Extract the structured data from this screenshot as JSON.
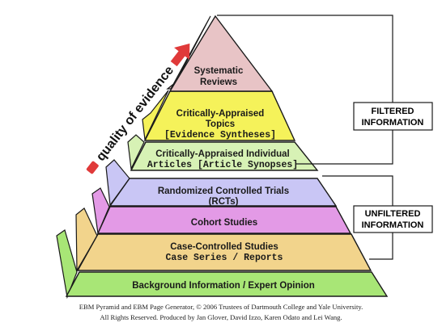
{
  "levels": {
    "systematic": {
      "line1": "Systematic",
      "line2": "Reviews",
      "color": "#e8c4c6"
    },
    "topics": {
      "line1": "Critically-Appraised",
      "line2": "Topics",
      "line3": "[Evidence Syntheses]",
      "color": "#f5f25a"
    },
    "articles": {
      "line1": "Critically-Appraised Individual",
      "line2": "Articles [Article Synopses]",
      "color": "#d7f2b5"
    },
    "rcts": {
      "line1": "Randomized Controlled Trials",
      "line2": "(RCTs)",
      "color": "#c9c6f5"
    },
    "cohort": {
      "line1": "Cohort Studies",
      "color": "#e39ae6"
    },
    "casecontrol": {
      "line1": "Case-Controlled Studies",
      "line2": "Case Series / Reports",
      "color": "#f2d48c"
    },
    "background": {
      "line1": "Background Information / Expert Opinion",
      "color": "#a8e676"
    }
  },
  "filtered": {
    "line1": "FILTERED",
    "line2": "INFORMATION"
  },
  "unfiltered": {
    "line1": "UNFILTERED",
    "line2": "INFORMATION"
  },
  "quality_label": "quality of evidence",
  "footer": {
    "line1": "EBM Pyramid and EBM Page Generator, © 2006 Trustees of Dartmouth College and Yale University.",
    "line2": "All Rights Reserved. Produced by Jan Glover, David Izzo, Karen Odato and Lei Wang."
  },
  "colors": {
    "arrow": "#e03a3a",
    "outline": "#1a1a1a"
  }
}
